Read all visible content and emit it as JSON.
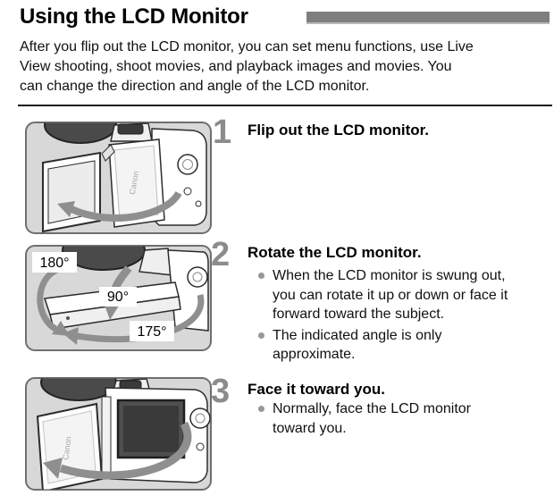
{
  "header": {
    "title": "Using the LCD Monitor",
    "accent_bar_color": "#7f7f7f"
  },
  "intro": {
    "lines": [
      "After you flip out the LCD monitor, you can set menu functions, use Live",
      "View shooting, shoot movies, and playback images and movies. You",
      "can change the direction and angle of the LCD monitor."
    ]
  },
  "steps": [
    {
      "number": "1",
      "heading": "Flip out the LCD monitor.",
      "bullets": [],
      "figure": {
        "name": "flip-out-lcd-illustration",
        "logo": "Canon"
      }
    },
    {
      "number": "2",
      "heading": "Rotate the LCD monitor.",
      "bullets": [
        {
          "lines": [
            "When the LCD monitor is swung out,",
            "you can rotate it up or down or face it",
            "forward toward the subject."
          ]
        },
        {
          "lines": [
            "The indicated angle is only",
            "approximate."
          ]
        }
      ],
      "figure": {
        "name": "rotate-lcd-illustration",
        "labels": [
          "180°",
          "90°",
          "175°"
        ]
      }
    },
    {
      "number": "3",
      "heading": "Face it toward you.",
      "bullets": [
        {
          "lines": [
            "Normally, face the LCD monitor",
            "toward you."
          ]
        }
      ],
      "figure": {
        "name": "face-toward-you-illustration",
        "logo": "Canon"
      }
    }
  ],
  "colors": {
    "accent_bar": "#7f7f7f",
    "step_number": "#8c8c8c",
    "bullet_dot": "#979797",
    "figure_background": "#d8d8d8",
    "figure_border": "#6f6f6f",
    "arrow": "#8f8f8f",
    "text": "#111111"
  }
}
